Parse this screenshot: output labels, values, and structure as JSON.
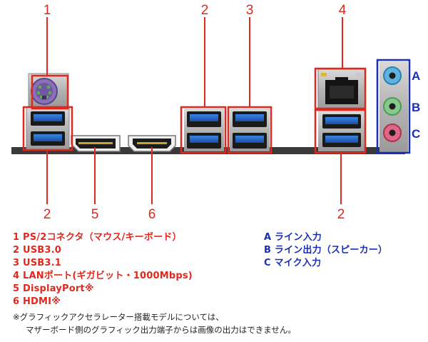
{
  "colors": {
    "callout_red": "#e0281e",
    "callout_blue": "#1a2fb4",
    "usb_blue": "#1f63c6",
    "jack_blue": "#4fa9d8",
    "jack_green": "#7cc082",
    "jack_pink": "#d9577a",
    "ps2_purple": "#7a5aa8",
    "ps2_green": "#5da04e"
  },
  "callouts": {
    "top": [
      "1",
      "2",
      "3",
      "4"
    ],
    "audio": [
      "A",
      "B",
      "C"
    ],
    "bottom": [
      "2",
      "5",
      "6",
      "2"
    ]
  },
  "legend": {
    "items": [
      "1 PS/2コネクタ（マウス/キーボード）",
      "2 USB3.0",
      "3 USB3.1",
      "4 LANポート(ギガビット・1000Mbps)",
      "5 DisplayPort※",
      "6 HDMI※"
    ],
    "audio_items": [
      "A ライン入力",
      "B ライン出力（スピーカー）",
      "C マイク入力"
    ]
  },
  "note": {
    "line1": "※グラフィックアクセラレーター搭載モデルについては、",
    "line2": "マザーボード側のグラフィック出力端子からは画像の出力はできません。"
  }
}
